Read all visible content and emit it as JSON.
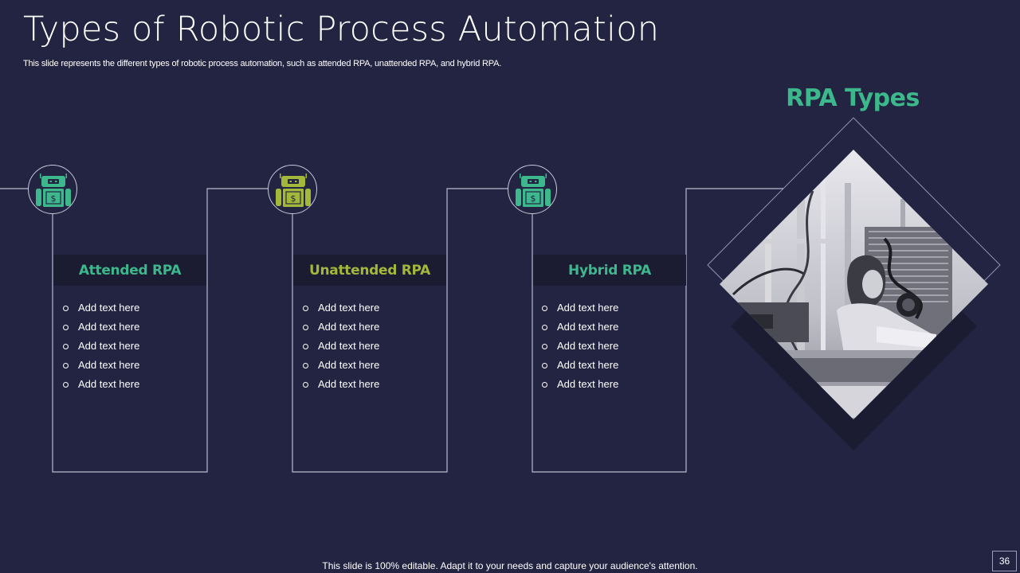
{
  "slide": {
    "title": "Types of Robotic Process Automation",
    "subtitle": "This slide represents the different types of robotic process automation, such as attended RPA, unattended RPA, and hybrid RPA.",
    "section_heading": "RPA Types",
    "footer": "This slide is 100% editable. Adapt it to your needs and capture your audience's attention.",
    "page_number": "36"
  },
  "colors": {
    "background": "#232442",
    "green_accent": "#3db88d",
    "lime_accent": "#a3b83a",
    "header_bar": "#1b1b31"
  },
  "cards": [
    {
      "heading": "Attended RPA",
      "icon": "robot-dollar-icon",
      "accent": "#3db88d",
      "items": [
        "Add text here",
        "Add text here",
        "Add text here",
        "Add text here",
        "Add text here"
      ]
    },
    {
      "heading": "Unattended RPA",
      "icon": "robot-dollar-icon",
      "accent": "#a3b83a",
      "items": [
        "Add text here",
        "Add text here",
        "Add text here",
        "Add text here",
        "Add text here"
      ]
    },
    {
      "heading": "Hybrid RPA",
      "icon": "robot-dollar-icon",
      "accent": "#3db88d",
      "items": [
        "Add text here",
        "Add text here",
        "Add text here",
        "Add text here",
        "Add text here"
      ]
    }
  ],
  "image": {
    "description": "black-and-white photo of a woman working at an industrial robotics workstation"
  }
}
